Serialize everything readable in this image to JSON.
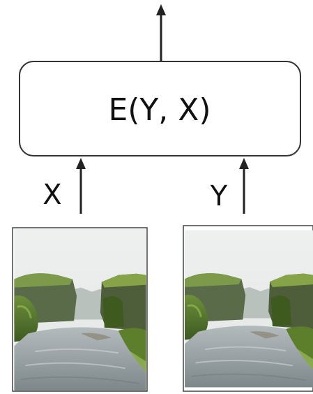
{
  "energy_box": {
    "label": "E(Y, X)"
  },
  "inputs": [
    {
      "label": "X"
    },
    {
      "label": "Y"
    }
  ],
  "images": [
    {
      "subject": "river-canyon-photo"
    },
    {
      "subject": "river-canyon-photo"
    }
  ],
  "colors": {
    "stroke": "#333333",
    "text": "#111111",
    "sky": "#e9eceb",
    "moss": "#4f6f2c",
    "water": "#9aa3a6"
  }
}
